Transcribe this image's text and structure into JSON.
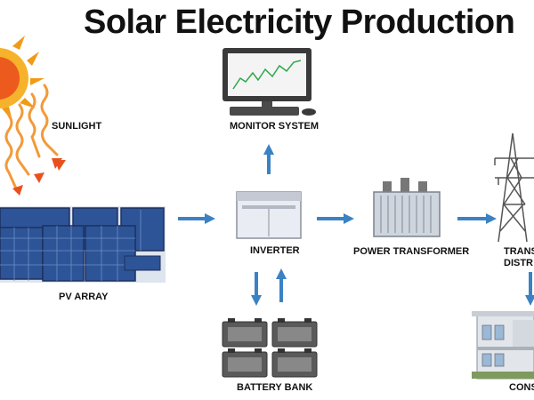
{
  "title": "Solar Electricity Production",
  "labels": {
    "sunlight": "SUNLIGHT",
    "monitor_system": "MONITOR SYSTEM",
    "pv_array": "PV ARRAY",
    "inverter": "INVERTER",
    "power_transformer": "POWER TRANSFORMER",
    "transmission_line1": "TRANS",
    "transmission_line2": "DISTR",
    "battery_bank": "BATTERY BANK",
    "consumer": "CONS"
  },
  "colors": {
    "sun": "#f29a14",
    "sun_core": "#e8511d",
    "ray": "#e8821a",
    "arrow": "#3b82c4",
    "panel": "#2c4c8c",
    "panel_frame": "#1f2f55",
    "screen_line": "#2ea84a",
    "battery": "#4f4f4f"
  }
}
